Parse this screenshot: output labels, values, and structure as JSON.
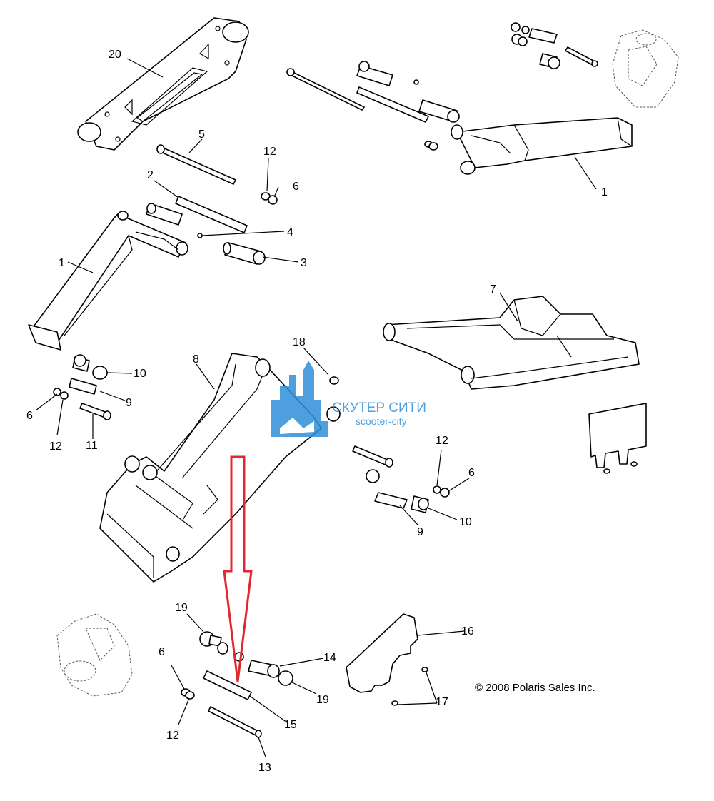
{
  "callouts": [
    {
      "id": "c20",
      "label": "20"
    },
    {
      "id": "c5",
      "label": "5"
    },
    {
      "id": "c12a",
      "label": "12"
    },
    {
      "id": "c6a",
      "label": "6"
    },
    {
      "id": "c2",
      "label": "2"
    },
    {
      "id": "c4",
      "label": "4"
    },
    {
      "id": "c3",
      "label": "3"
    },
    {
      "id": "c1a",
      "label": "1"
    },
    {
      "id": "c1b",
      "label": "1"
    },
    {
      "id": "c7",
      "label": "7"
    },
    {
      "id": "c18",
      "label": "18"
    },
    {
      "id": "c8",
      "label": "8"
    },
    {
      "id": "c10a",
      "label": "10"
    },
    {
      "id": "c9a",
      "label": "9"
    },
    {
      "id": "c6b",
      "label": "6"
    },
    {
      "id": "c12b",
      "label": "12"
    },
    {
      "id": "c11",
      "label": "11"
    },
    {
      "id": "c12c",
      "label": "12"
    },
    {
      "id": "c6c",
      "label": "6"
    },
    {
      "id": "c10b",
      "label": "10"
    },
    {
      "id": "c9b",
      "label": "9"
    },
    {
      "id": "c19a",
      "label": "19"
    },
    {
      "id": "c6d",
      "label": "6"
    },
    {
      "id": "c14",
      "label": "14"
    },
    {
      "id": "c19b",
      "label": "19"
    },
    {
      "id": "c12d",
      "label": "12"
    },
    {
      "id": "c15",
      "label": "15"
    },
    {
      "id": "c13",
      "label": "13"
    },
    {
      "id": "c16",
      "label": "16"
    },
    {
      "id": "c17",
      "label": "17"
    }
  ],
  "copyright": "© 2008 Polaris Sales Inc.",
  "watermark": {
    "title": "СКУТЕР СИТИ",
    "subtitle": "scooter-city"
  },
  "colors": {
    "arrow": "#e0282f",
    "watermark": "#2f8fd8",
    "line": "#000000"
  }
}
